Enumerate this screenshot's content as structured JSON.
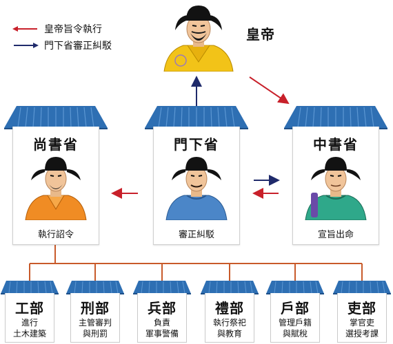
{
  "legend": {
    "items": [
      {
        "label": "皇帝旨令執行",
        "color": "#c8202a"
      },
      {
        "label": "門下省審正糾駁",
        "color": "#1f2a6b"
      }
    ]
  },
  "emperor": {
    "label": "皇帝"
  },
  "departments": {
    "shangshu": {
      "title": "尚書省",
      "duty": "執行詔令"
    },
    "menxia": {
      "title": "門下省",
      "duty": "審正糾駁"
    },
    "zhongshu": {
      "title": "中書省",
      "duty": "宣旨出命"
    }
  },
  "ministries": [
    {
      "name": "工部",
      "line1": "進行",
      "line2": "土木建築"
    },
    {
      "name": "刑部",
      "line1": "主管審判",
      "line2": "與刑罰"
    },
    {
      "name": "兵部",
      "line1": "負責",
      "line2": "軍事警備"
    },
    {
      "name": "禮部",
      "line1": "執行祭祀",
      "line2": "與教育"
    },
    {
      "name": "戶部",
      "line1": "管理戶籍",
      "line2": "與賦稅"
    },
    {
      "name": "吏部",
      "line1": "掌官吏",
      "line2": "選授考課"
    }
  ],
  "colors": {
    "red_arrow": "#c8202a",
    "blue_arrow": "#1f2a6b",
    "roof": "#2e6fb3",
    "connector": "#c85a2a"
  }
}
